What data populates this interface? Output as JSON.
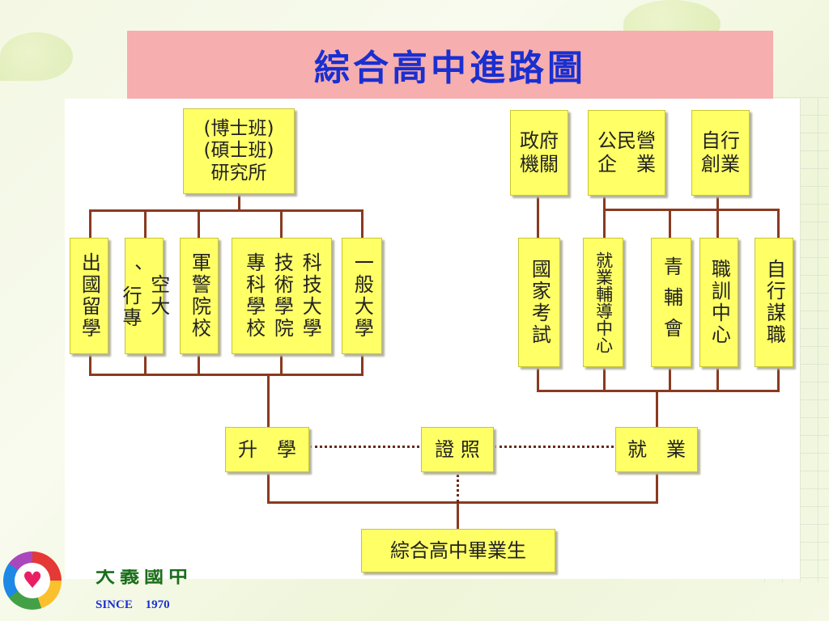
{
  "slide": {
    "title": "綜合高中進路圖"
  },
  "diagram": {
    "graduate": "綜合高中畢業生",
    "hubs": {
      "study": "升　學",
      "license": "證 照",
      "work": "就　業"
    },
    "graduate_study_top": [
      "(博士班)",
      "(碩士班)",
      "研究所"
    ],
    "study_options": {
      "abroad": "出國留學",
      "open_univ": [
        "空大",
        "、行專"
      ],
      "military": "軍警院校",
      "tech": [
        "專科學校",
        "技術學院",
        "科技大學"
      ],
      "general": "一般大學"
    },
    "work_top": {
      "gov": [
        "政府",
        "機關"
      ],
      "enterprise": [
        "公民營",
        "企　業"
      ],
      "self": [
        "自行",
        "創業"
      ]
    },
    "work_options": {
      "exam": "國家考試",
      "employment_center": "就業輔導中心",
      "youth": "青輔會",
      "training": "職訓中心",
      "self_job": "自行謀職"
    }
  },
  "branding": {
    "school_name": "大義國中",
    "since_label": "SINCE",
    "since_year": "1970"
  },
  "colors": {
    "title_bg": "#f6aeae",
    "title_text": "#1a2fd0",
    "node_fill": "#ffff66",
    "connector": "#8a3a20"
  }
}
